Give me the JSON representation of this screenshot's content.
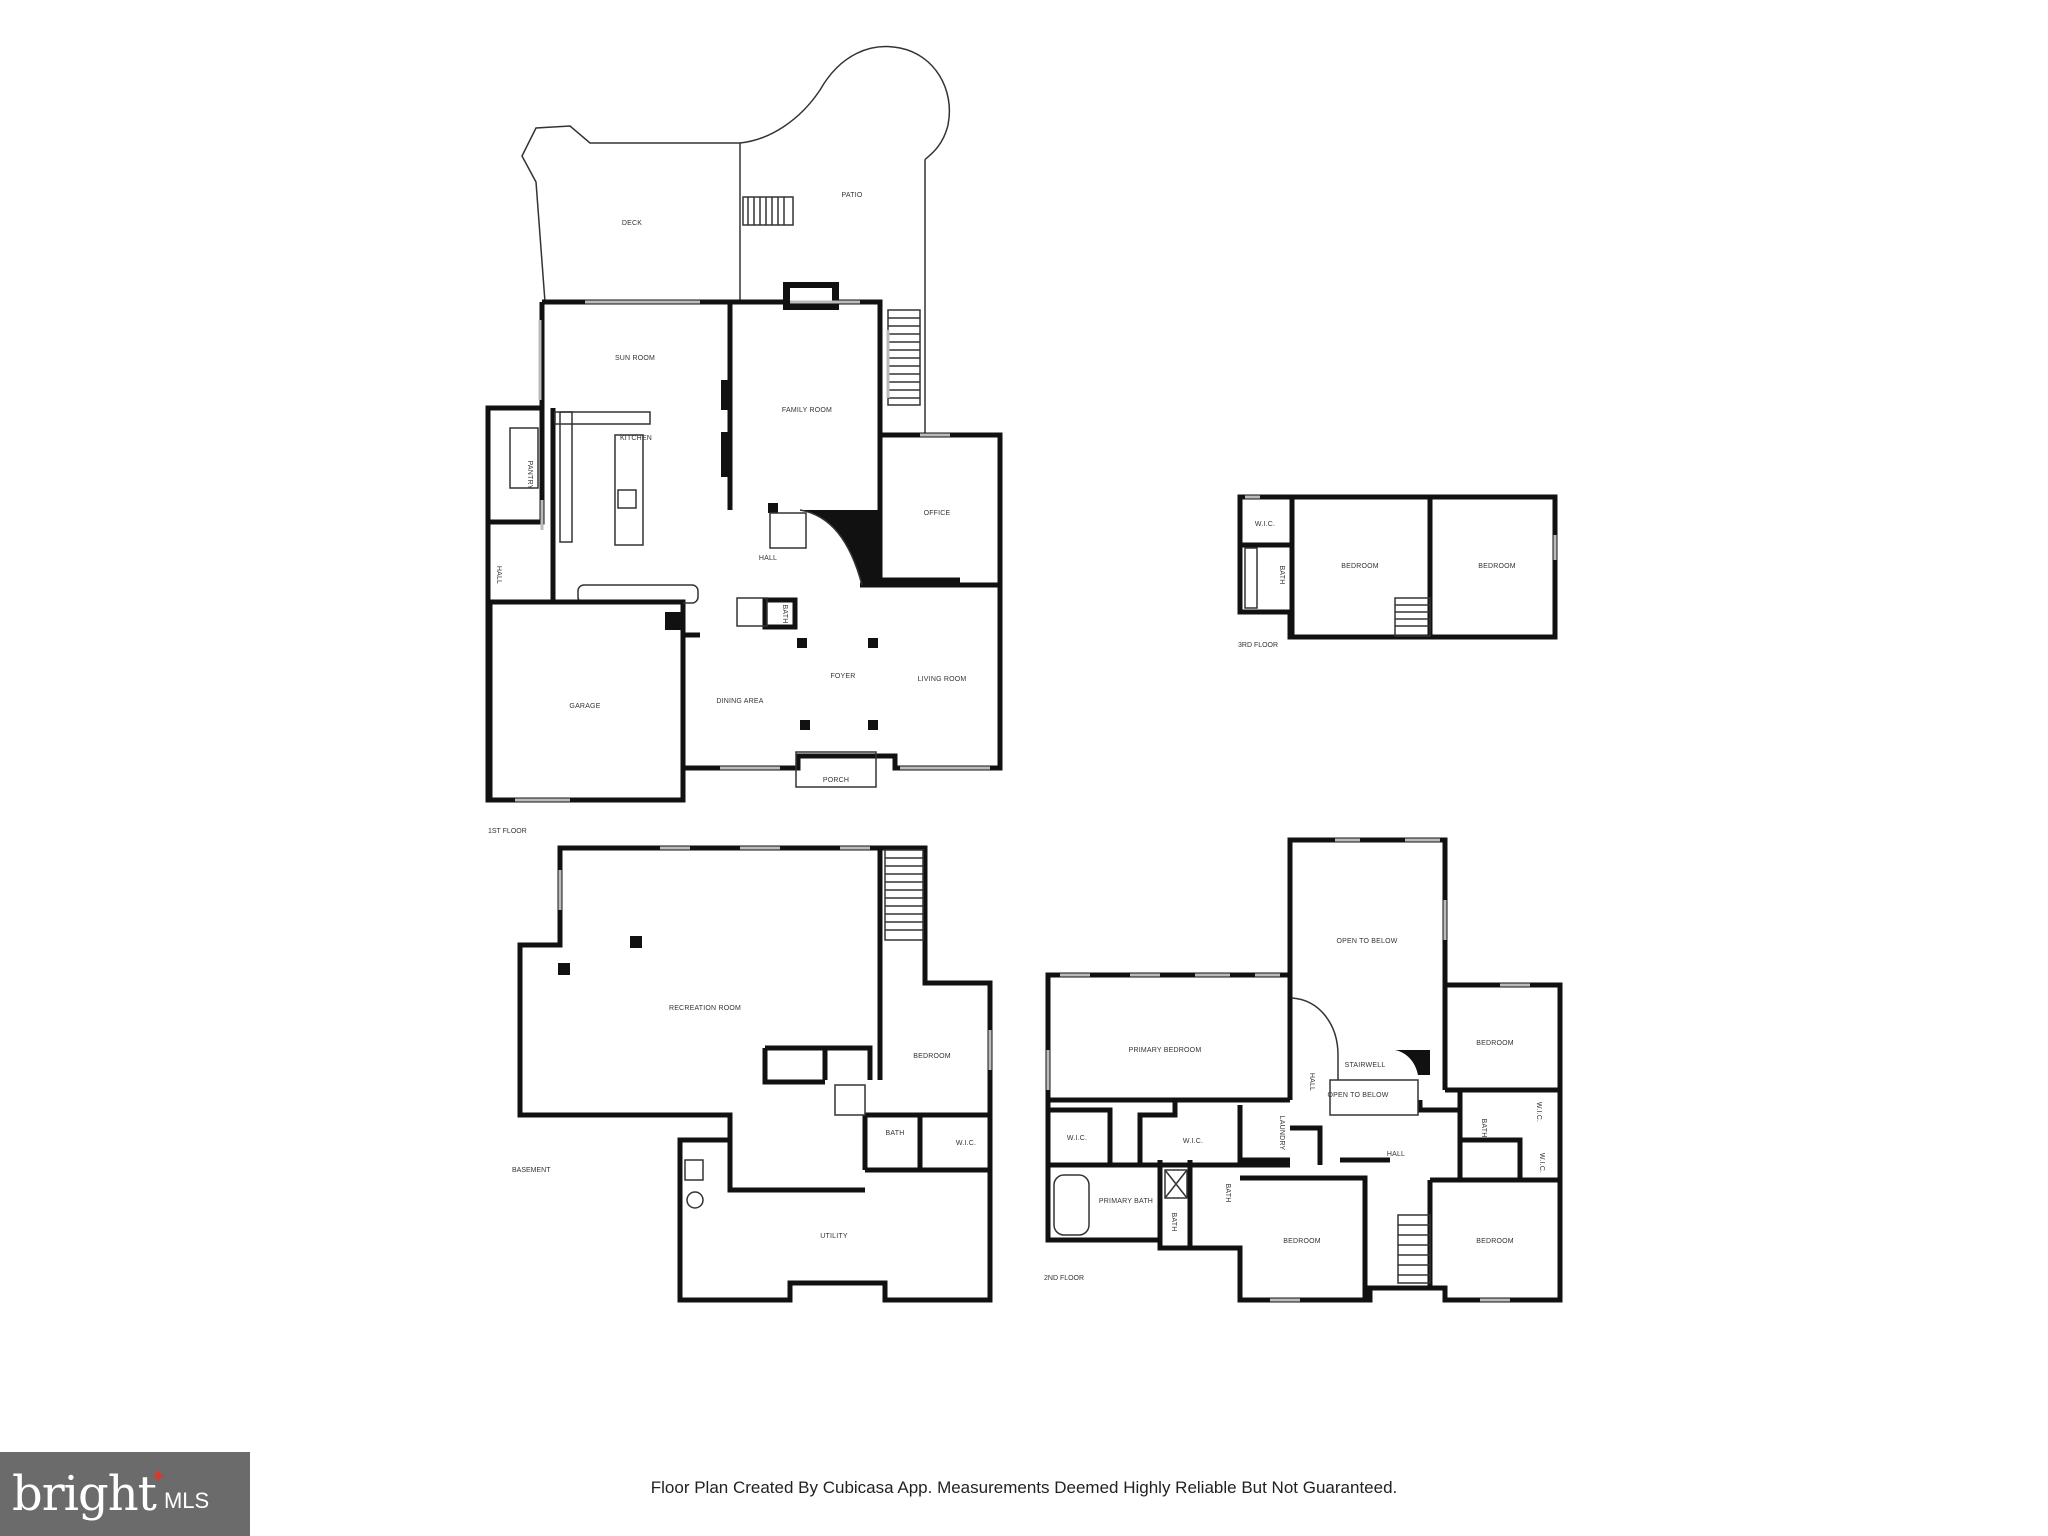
{
  "floors": {
    "first": {
      "label": "1ST FLOOR",
      "rooms": {
        "deck": "DECK",
        "patio": "PATIO",
        "sun_room": "SUN ROOM",
        "family_room": "FAMILY ROOM",
        "kitchen": "KITCHEN",
        "pantry": "PANTRY",
        "hall": "HALL",
        "hall_side": "HALL",
        "office": "OFFICE",
        "bath": "BATH",
        "garage": "GARAGE",
        "foyer": "FOYER",
        "dining_area": "DINING AREA",
        "living_room": "LIVING ROOM",
        "porch": "PORCH"
      }
    },
    "third": {
      "label": "3RD FLOOR",
      "rooms": {
        "wic": "W.I.C.",
        "bath": "BATH",
        "bedroom_1": "BEDROOM",
        "bedroom_2": "BEDROOM"
      }
    },
    "basement": {
      "label": "BASEMENT",
      "rooms": {
        "recreation_room": "RECREATION ROOM",
        "bedroom": "BEDROOM",
        "bath": "BATH",
        "wic": "W.I.C.",
        "utility": "UTILITY"
      }
    },
    "second": {
      "label": "2ND FLOOR",
      "rooms": {
        "open_to_below_top": "OPEN TO BELOW",
        "primary_bedroom": "PRIMARY BEDROOM",
        "bedroom_ne": "BEDROOM",
        "stairwell": "STAIRWELL",
        "open_to_below": "OPEN TO BELOW",
        "hall_v": "HALL",
        "laundry": "LAUNDRY",
        "wic_1": "W.I.C.",
        "wic_2": "W.I.C.",
        "hall": "HALL",
        "bath_1": "BATH",
        "wic_3": "W.I.C.",
        "wic_4": "W.I.C.",
        "primary_bath": "PRIMARY BATH",
        "bath_2": "BATH",
        "bath_3": "BATH",
        "bedroom_sw": "BEDROOM",
        "bedroom_se": "BEDROOM"
      }
    }
  },
  "footer": {
    "note": "Floor Plan Created By Cubicasa App. Measurements Deemed Highly Reliable But Not Guaranteed."
  },
  "logo": {
    "word": "bright",
    "suffix": "MLS"
  },
  "colors": {
    "wall": "#111111",
    "window": "#bbbbbb",
    "logo_bg": "#6b6b6b",
    "logo_accent": "#d8392b"
  }
}
